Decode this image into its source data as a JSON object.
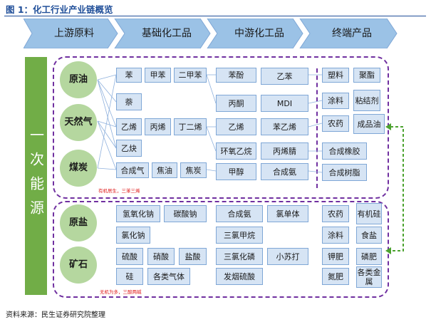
{
  "title": "图 1：化工行业产业链概览",
  "stages": [
    "上游原料",
    "基础化工品",
    "中游化工品",
    "终端产品"
  ],
  "pillar": "一次能源",
  "organic": {
    "sources": [
      "原油",
      "天然气",
      "煤炭"
    ],
    "basic": [
      "苯",
      "甲苯",
      "二甲苯",
      "萘",
      "乙烯",
      "丙烯",
      "丁二烯",
      "乙炔",
      "合成气",
      "焦油",
      "焦炭"
    ],
    "mid": [
      "苯酚",
      "乙苯",
      "丙酮",
      "MDI",
      "乙烯",
      "苯乙烯",
      "环氧乙烷",
      "丙烯腈",
      "甲醇",
      "合成氨"
    ],
    "end": [
      "塑料",
      "聚酯",
      "涂料",
      "粘结剂",
      "农药",
      "成品油",
      "合成橡胶",
      "合成树脂"
    ],
    "note": "有机居生，三苯三烯"
  },
  "inorganic": {
    "sources": [
      "原盐",
      "矿石"
    ],
    "basic": [
      "氢氧化钠",
      "碳酸钠",
      "氯化钠",
      "硫酸",
      "硝酸",
      "盐酸",
      "硅",
      "各类气体"
    ],
    "mid": [
      "合成氨",
      "氯单体",
      "三氯甲烷",
      "三氯化磷",
      "小苏打",
      "发烟硫酸"
    ],
    "end": [
      "农药",
      "有机硅",
      "涂料",
      "食盐",
      "钾肥",
      "磷肥",
      "氮肥",
      "各类金属"
    ],
    "note": "无机为多，三酸两碱"
  },
  "source": "资料来源：民生证券研究院整理",
  "colors": {
    "title": "#1f4e99",
    "banner": "#9bc2e6",
    "pillar": "#71ad47",
    "circle": "#b5d79f",
    "box": "#d6e4f4",
    "dash": "#7030a0",
    "arrow": "#4ca22f",
    "note": "#e02020"
  }
}
